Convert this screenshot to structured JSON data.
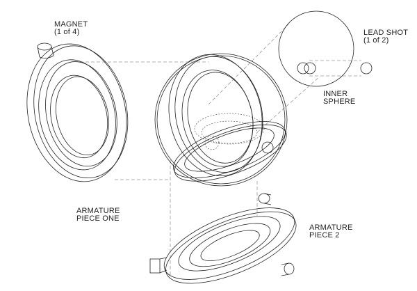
{
  "labels": {
    "magnet": {
      "line1": "MAGNET",
      "line2": "(1 of 4)"
    },
    "lead_shot": {
      "line1": "LEAD SHOT",
      "line2": "(1 of 2)"
    },
    "inner_sphere": {
      "line1": "INNER",
      "line2": "SPHERE"
    },
    "armature_one": {
      "line1": "ARMATURE",
      "line2": "PIECE ONE"
    },
    "armature_two": {
      "line1": "ARMATURE",
      "line2": "PIECE 2"
    }
  }
}
